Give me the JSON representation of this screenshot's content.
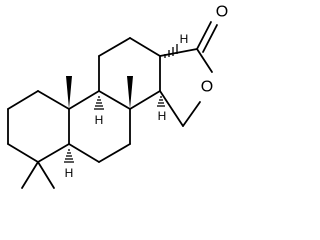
{
  "molecule": {
    "atom_labels": {
      "carbonyl_oxygen": "O",
      "ring_oxygen": "O"
    },
    "hydrogen_label": "H"
  }
}
